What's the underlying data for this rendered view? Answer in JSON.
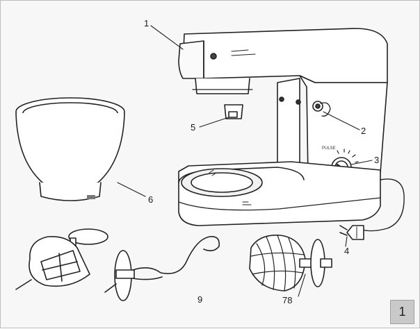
{
  "callouts": {
    "c1": "1",
    "c2": "2",
    "c3": "3",
    "c4": "4",
    "c5": "5",
    "c6": "6",
    "c78": "78",
    "c9": "9"
  },
  "figure_number": "1",
  "dial_label": "PULSE"
}
